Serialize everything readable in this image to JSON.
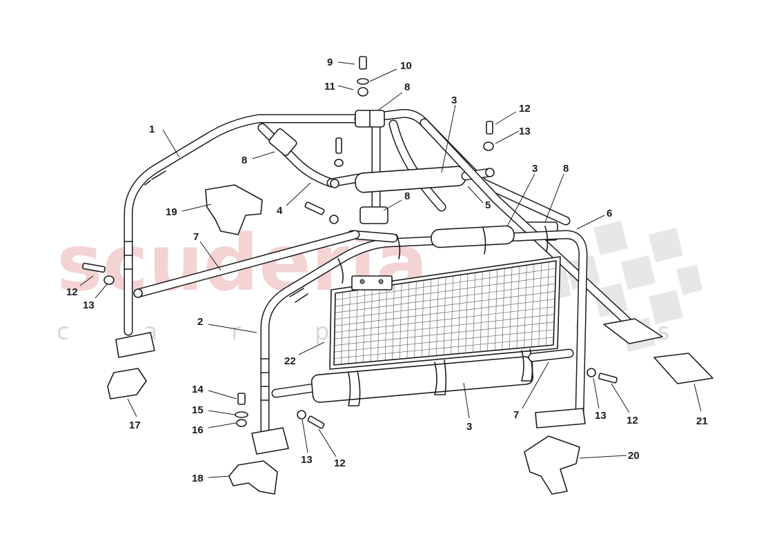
{
  "watermark": {
    "brand": "scuderia",
    "sub": "c a r p a r t s",
    "colors": {
      "brand": "#e8a0a0",
      "sub": "#c8c8c8",
      "flag": "#bdbdbd"
    }
  },
  "callouts": [
    "1",
    "2",
    "3",
    "3",
    "3",
    "4",
    "5",
    "6",
    "7",
    "7",
    "8",
    "8",
    "8",
    "8",
    "9",
    "10",
    "11",
    "12",
    "12",
    "12",
    "12",
    "13",
    "13",
    "13",
    "13",
    "14",
    "15",
    "16",
    "17",
    "18",
    "19",
    "20",
    "21",
    "22"
  ],
  "colors": {
    "line": "#1a1a1a",
    "background": "#ffffff",
    "mesh": "#6a6a6a"
  }
}
